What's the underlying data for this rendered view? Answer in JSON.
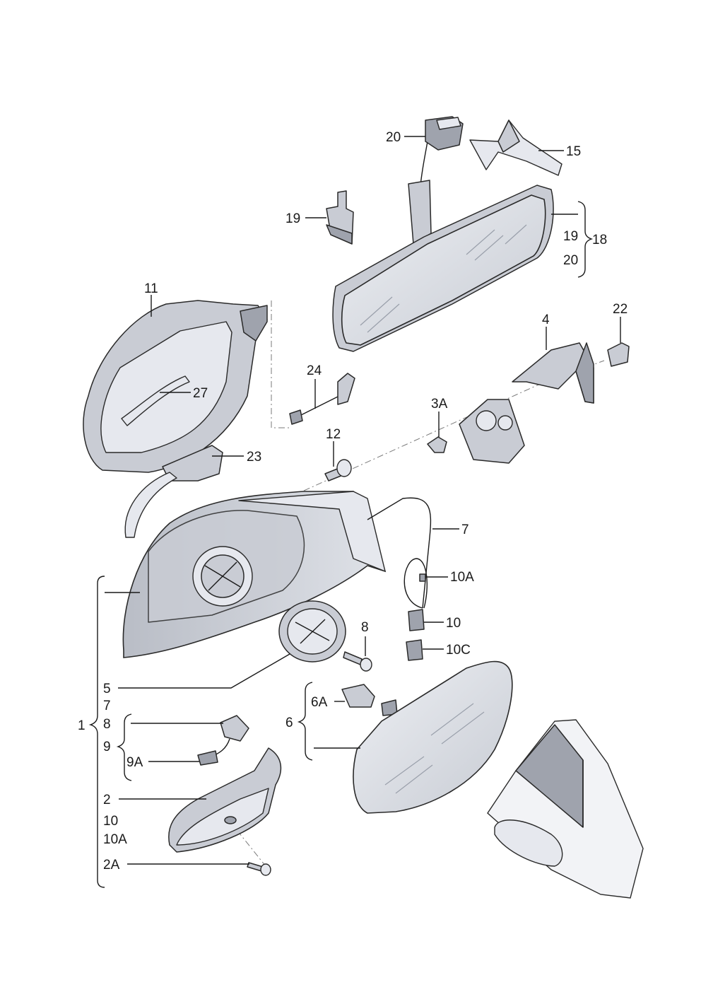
{
  "labels": {
    "l20_top": "20",
    "l15": "15",
    "l19_left": "19",
    "l19_right": "19",
    "l18": "18",
    "l20_right": "20",
    "l11": "11",
    "l22": "22",
    "l4": "4",
    "l27": "27",
    "l24": "24",
    "l3A": "3A",
    "l12": "12",
    "l23": "23",
    "l7_right": "7",
    "l10A_right": "10A",
    "l8_right": "8",
    "l10_right": "10",
    "l10C": "10C",
    "l5": "5",
    "l7_left": "7",
    "l6A": "6A",
    "l6": "6",
    "l1": "1",
    "l8_left": "8",
    "l9": "9",
    "l9A": "9A",
    "l2": "2",
    "l10_left": "10",
    "l10A_left": "10A",
    "l2A": "2A"
  }
}
